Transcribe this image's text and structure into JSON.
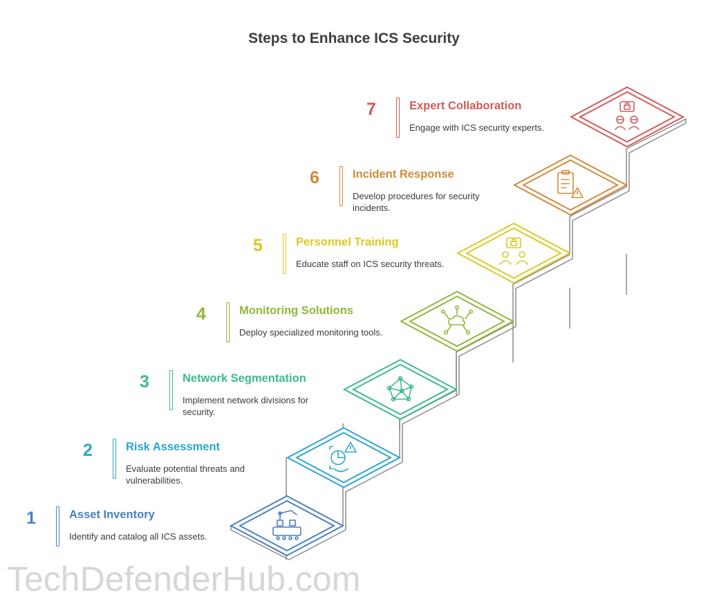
{
  "title": "Steps to Enhance ICS Security",
  "steps": [
    {
      "number": "1",
      "title": "Asset Inventory",
      "description": "Identify and catalog all ICS assets.",
      "color": "#4a7fc1",
      "icon": "conveyor-robot-arm-icon"
    },
    {
      "number": "2",
      "title": "Risk Assessment",
      "description": "Evaluate potential threats and vulnerabilities.",
      "color": "#2ba6cf",
      "icon": "risk-analysis-icon"
    },
    {
      "number": "3",
      "title": "Network Segmentation",
      "description": "Implement network divisions for security.",
      "color": "#3dba8f",
      "icon": "network-mesh-icon"
    },
    {
      "number": "4",
      "title": "Monitoring Solutions",
      "description": "Deploy specialized monitoring tools.",
      "color": "#8fb83a",
      "icon": "cloud-network-icon"
    },
    {
      "number": "5",
      "title": "Personnel Training",
      "description": "Educate staff on ICS security threats.",
      "color": "#d9c925",
      "icon": "training-people-lock-icon"
    },
    {
      "number": "6",
      "title": "Incident Response",
      "description": "Develop procedures for security incidents.",
      "color": "#d48a3a",
      "icon": "clipboard-warning-icon"
    },
    {
      "number": "7",
      "title": "Expert Collaboration",
      "description": "Engage with ICS security experts.",
      "color": "#d45a5a",
      "icon": "experts-lock-icon"
    }
  ],
  "watermark": "TechDefenderHub.com"
}
